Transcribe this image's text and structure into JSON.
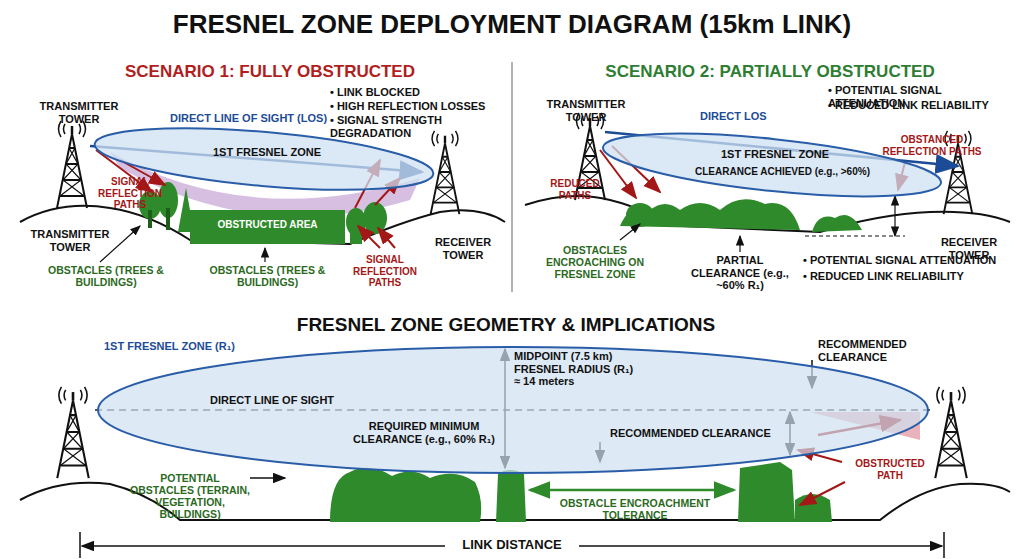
{
  "diagram": {
    "title": "FRESNEL ZONE DEPLOYMENT DIAGRAM (15km LINK)",
    "nodes": [
      {
        "text": [
          "1ST FRESNEL ZONE"
        ]
      },
      {
        "text": [
          "OBSTRUCTED AREA"
        ]
      },
      {
        "text": [
          "1ST FRESNEL ZONE",
          "CLEARANCE ACHIEVED (e.g., >60%)"
        ]
      },
      {
        "text": [
          "1ST FRESNEL ZONE (R₁)"
        ]
      }
    ],
    "labels": [
      "SCENARIO 1: FULLY OBSTRUCTED",
      "TRANSMITTER TOWER",
      "DIRECT LINE OF SIGHT (LOS)",
      "• LINK BLOCKED",
      "• HIGH REFLECTION LOSSES",
      "• SIGNAL STRENGTH DEGRADATION",
      "SIGNAL REFLECTION PATHS",
      "TRANSMITTER TOWER",
      "RECEIVER TOWER",
      "OBSTACLES (TREES & BUILDINGS)",
      "OBSTACLES (TREES & BUILDINGS)",
      "SIGNAL REFLECTION PATHS",
      "SCENARIO 2: PARTIALLY OBSTRUCTED",
      "TRANSMITTER TOWER",
      "DIRECT LOS",
      "• POTENTIAL SIGNAL ATTENUATION",
      "• REDUCED LINK RELIABILITY",
      "REDUCED PATHS",
      "OBSTANCED REFLECTION PATHS",
      "RECEIVER TOWER",
      "OBSTACLES ENCROACHING ON FRESNEL ZONE",
      "PARTIAL CLEARANCE (e.g., ~60% R₁)",
      "• POTENTIAL SIGNAL ATTENUATION",
      "• REDUCED LINK RELIABILITY",
      "FRESNEL ZONE GEOMETRY & IMPLICATIONS",
      "DIRECT LINE OF SIGHT",
      "MIDPOINT (7.5 km) FRESNEL RADIUS (R₁) ≈ 14 meters",
      "REQUIRED MINIMUM CLEARANCE (e.g., 60% R₁)",
      "RECOMMENDED CLEARANCE",
      "RECOMMENDED CLEARANCE",
      "POTENTIAL OBSTACLES (TERRAIN, VEGETATION, BUILDINGS)",
      "OBSTACLE ENCROACHMENT TOLERANCE",
      "OBSTRUCTED PATH",
      "LINK DISTANCE"
    ]
  }
}
